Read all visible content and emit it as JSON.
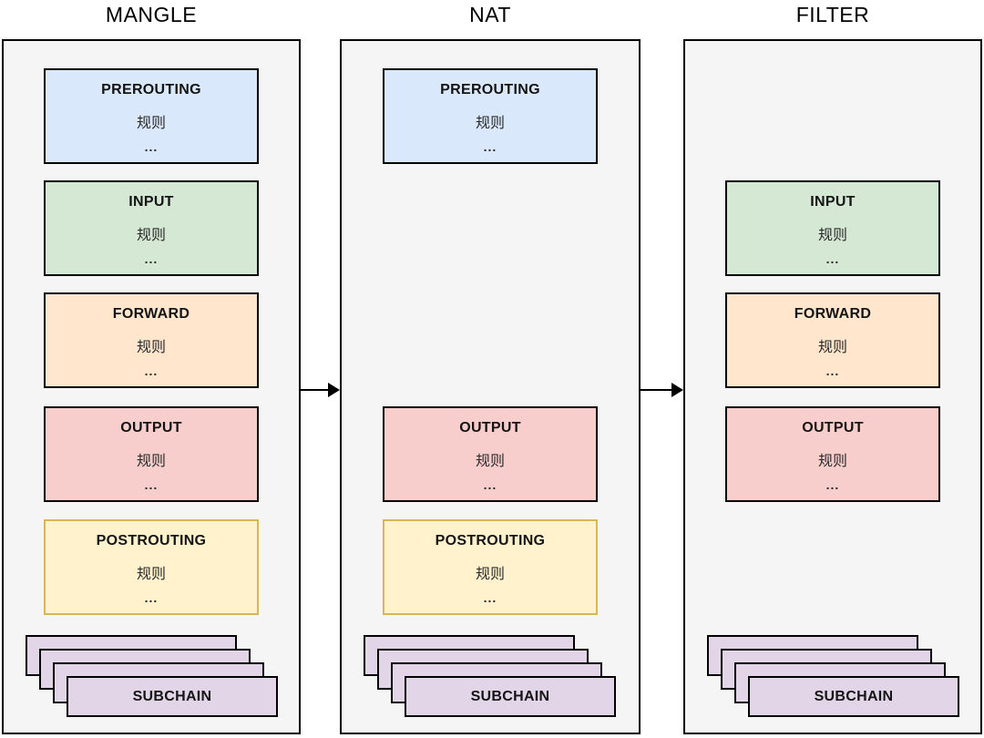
{
  "diagram": {
    "tables": [
      {
        "id": "mangle",
        "title": "MANGLE",
        "chains": [
          {
            "name": "PREROUTING",
            "rules_label": "规则",
            "more_label": "...",
            "color": "blue",
            "row": 0
          },
          {
            "name": "INPUT",
            "rules_label": "规则",
            "more_label": "...",
            "color": "green",
            "row": 1
          },
          {
            "name": "FORWARD",
            "rules_label": "规则",
            "more_label": "...",
            "color": "orange",
            "row": 2
          },
          {
            "name": "OUTPUT",
            "rules_label": "规则",
            "more_label": "...",
            "color": "red",
            "row": 3
          },
          {
            "name": "POSTROUTING",
            "rules_label": "规则",
            "more_label": "...",
            "color": "yellow",
            "row": 4
          }
        ],
        "subchain": {
          "label": "SUBCHAIN",
          "stack_count": 4,
          "color": "purple"
        }
      },
      {
        "id": "nat",
        "title": "NAT",
        "chains": [
          {
            "name": "PREROUTING",
            "rules_label": "规则",
            "more_label": "...",
            "color": "blue",
            "row": 0
          },
          {
            "name": "OUTPUT",
            "rules_label": "规则",
            "more_label": "...",
            "color": "red",
            "row": 3
          },
          {
            "name": "POSTROUTING",
            "rules_label": "规则",
            "more_label": "...",
            "color": "yellow",
            "row": 4
          }
        ],
        "subchain": {
          "label": "SUBCHAIN",
          "stack_count": 4,
          "color": "purple"
        }
      },
      {
        "id": "filter",
        "title": "FILTER",
        "chains": [
          {
            "name": "INPUT",
            "rules_label": "规则",
            "more_label": "...",
            "color": "green",
            "row": 1
          },
          {
            "name": "FORWARD",
            "rules_label": "规则",
            "more_label": "...",
            "color": "orange",
            "row": 2
          },
          {
            "name": "OUTPUT",
            "rules_label": "规则",
            "more_label": "...",
            "color": "red",
            "row": 3
          }
        ],
        "subchain": {
          "label": "SUBCHAIN",
          "stack_count": 4,
          "color": "purple"
        }
      }
    ],
    "arrows": [
      {
        "from": "mangle",
        "to": "nat"
      },
      {
        "from": "nat",
        "to": "filter"
      }
    ],
    "colors": {
      "blue": {
        "fill": "#dae8fc",
        "border": "#000000"
      },
      "green": {
        "fill": "#d5e8d4",
        "border": "#000000"
      },
      "orange": {
        "fill": "#ffe6cc",
        "border": "#000000"
      },
      "red": {
        "fill": "#f8cecc",
        "border": "#000000"
      },
      "yellow": {
        "fill": "#fff2cc",
        "border": "#d6b656"
      },
      "purple": {
        "fill": "#e1d5e7",
        "border": "#000000"
      },
      "panel_fill": "#f5f5f5",
      "panel_border": "#000000",
      "arrow": "#000000"
    }
  }
}
